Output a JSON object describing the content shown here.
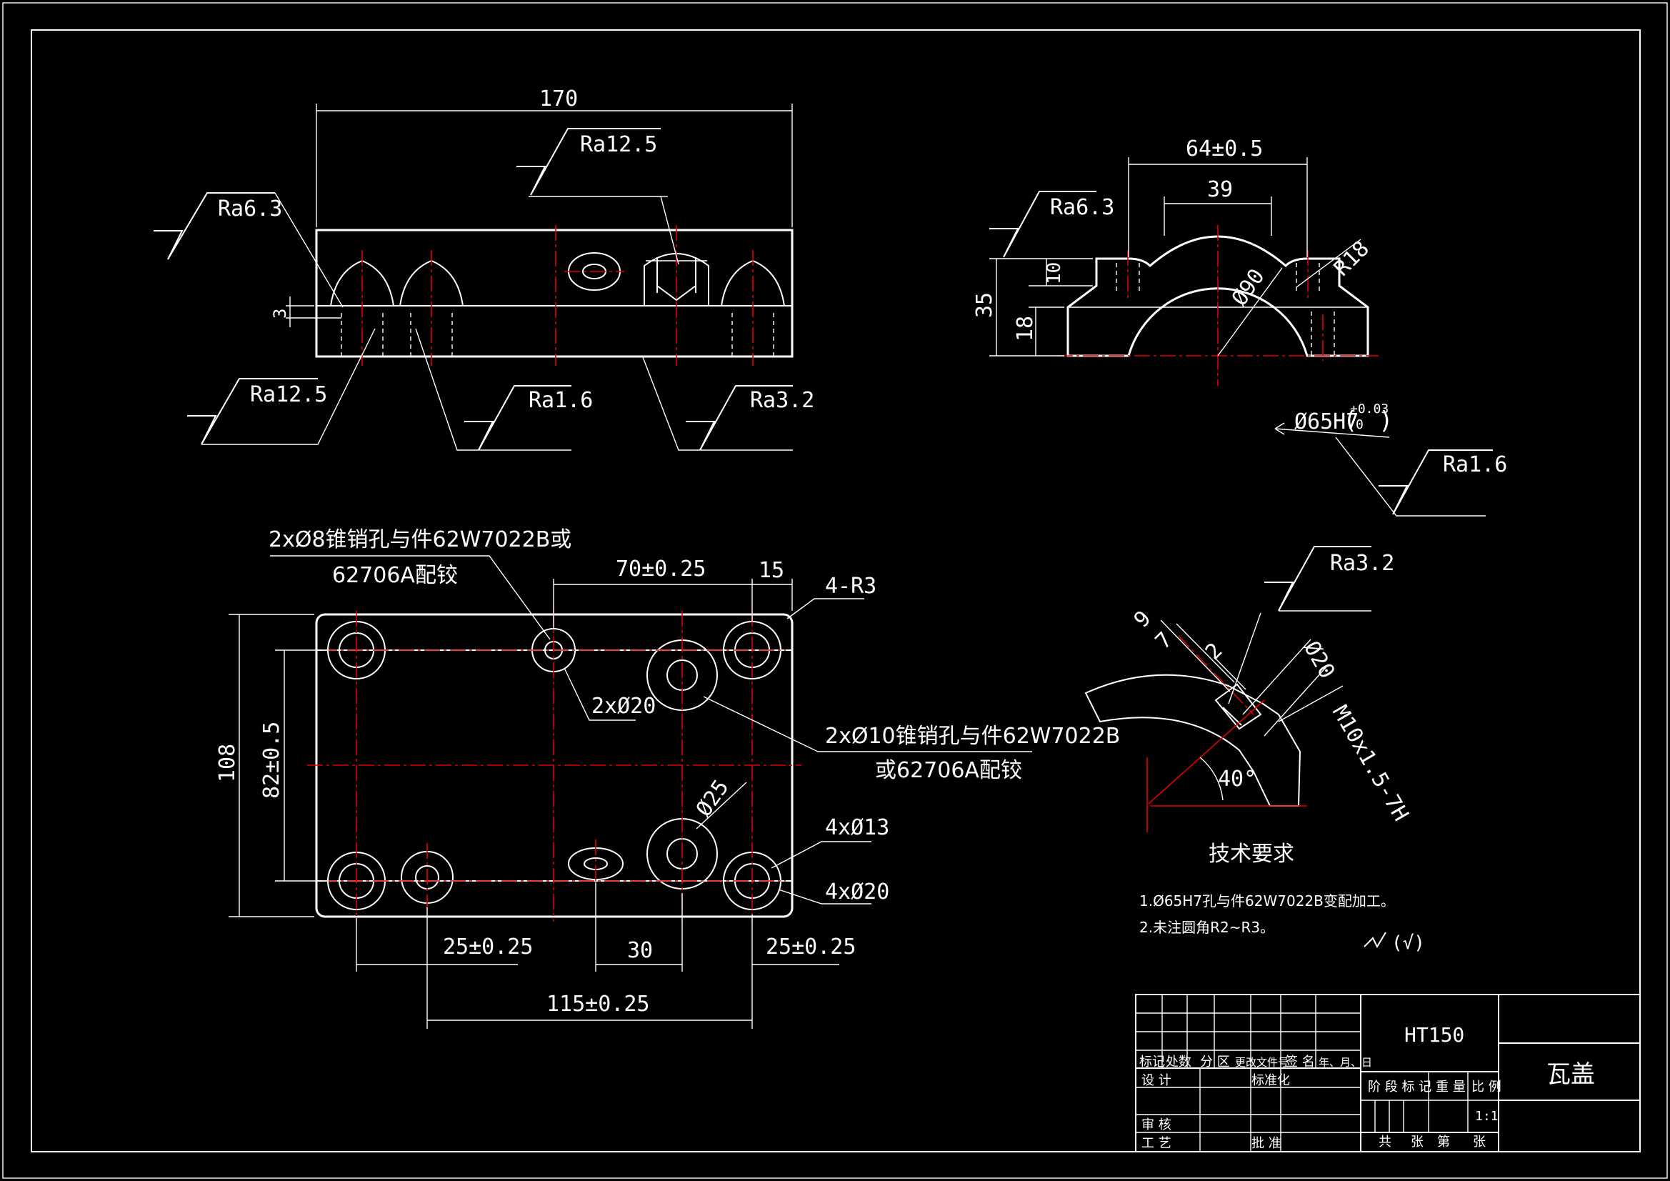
{
  "dims": {
    "d170": "170",
    "d3": "3",
    "d64": "64±0.5",
    "d39": "39",
    "d10": "10",
    "d35": "35",
    "d18": "18",
    "r18": "R18",
    "dia90": "Ø90",
    "tol_base": "Ø65H7",
    "tol_up": "+0.03",
    "tol_lo": "0",
    "d70": "70±0.25",
    "d15": "15",
    "r3": "4-R3",
    "d108": "108",
    "d82": "82±0.5",
    "d25a": "25±0.25",
    "d30": "30",
    "d25b": "25±0.25",
    "d115": "115±0.25",
    "dia20": "2xØ20",
    "dia25": "Ø25",
    "dia13": "4xØ13",
    "dia20b": "4xØ20",
    "det9": "9",
    "det7": "7",
    "det2": "2",
    "det_dia20": "Ø20",
    "thread": "M10x1.5-7H",
    "angle": "40°"
  },
  "roughness": {
    "top_left": "Ra6.3",
    "top_mid": "Ra12.5",
    "bot_left": "Ra12.5",
    "bot_mid": "Ra1.6",
    "bot_right": "Ra3.2",
    "side_left": "Ra6.3",
    "side_right": "Ra1.6",
    "detail": "Ra3.2"
  },
  "notes": {
    "hole8_line1": "2xØ8锥销孔与件62W7022B或",
    "hole8_line2": "62706A配铰",
    "hole10_line1": "2xØ10锥销孔与件62W7022B",
    "hole10_line2": "或62706A配铰",
    "tech_title": "技术要求",
    "tech_1": "1.Ø65H7孔与件62W7022B变配加工。",
    "tech_2": "2.未注圆角R2~R3。",
    "general_symbol": "(√)"
  },
  "title_block": {
    "material": "HT150",
    "part_name": "瓦盖",
    "scale": "1:1",
    "labels": {
      "mark": "标记",
      "count": "处数",
      "zone": "分 区",
      "doc": "更改文件号",
      "sign": "签 名",
      "date": "年、月、日",
      "design": "设 计",
      "standard": "标准化",
      "stage": "阶 段 标 记",
      "weight": "重 量",
      "ratio": "比 例",
      "check": "审 核",
      "process": "工 艺",
      "approve": "批 准",
      "total": "共",
      "sheets": "张",
      "no": "第",
      "sheet": "张"
    }
  }
}
